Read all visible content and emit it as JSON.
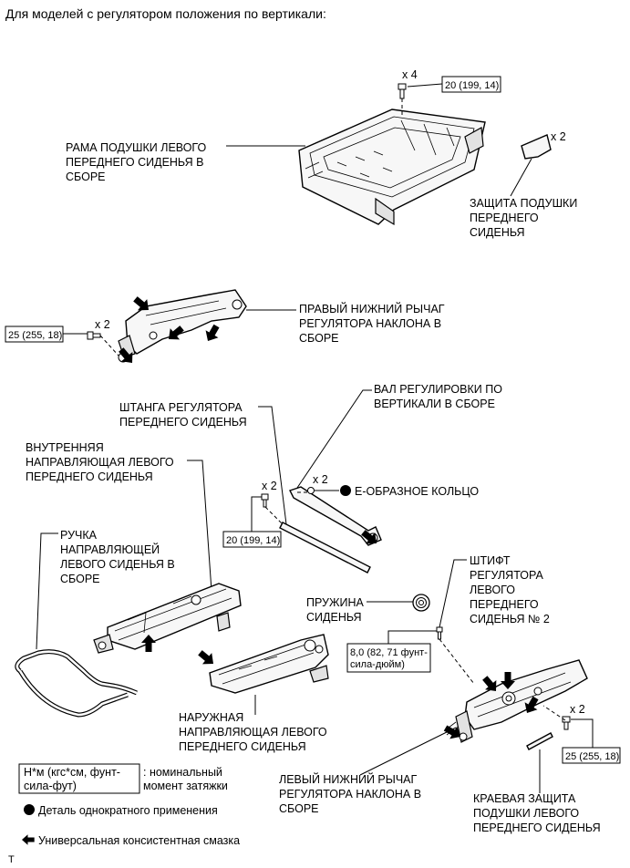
{
  "heading": "Для моделей с регулятором положения по вертикали:",
  "labels": {
    "frame": [
      "РАМА ПОДУШКИ ЛЕВОГО",
      "ПЕРЕДНЕГО СИДЕНЬЯ В",
      "СБОРЕ"
    ],
    "cushion_guard": [
      "ЗАЩИТА ПОДУШКИ",
      "ПЕРЕДНЕГО",
      "СИДЕНЬЯ"
    ],
    "right_lever": [
      "ПРАВЫЙ НИЖНИЙ РЫЧАГ",
      "РЕГУЛЯТОРА НАКЛОНА В",
      "СБОРЕ"
    ],
    "adjuster_rod": [
      "ШТАНГА РЕГУЛЯТОРА",
      "ПЕРЕДНЕГО СИДЕНЬЯ"
    ],
    "vertical_shaft": [
      "ВАЛ РЕГУЛИРОВКИ ПО",
      "ВЕРТИКАЛИ В СБОРЕ"
    ],
    "inner_rail": [
      "ВНУТРЕННЯЯ",
      "НАПРАВЛЯЮЩАЯ ЛЕВОГО",
      "ПЕРЕДНЕГО СИДЕНЬЯ"
    ],
    "rail_handle": [
      "РУЧКА",
      "НАПРАВЛЯЮЩЕЙ",
      "ЛЕВОГО СИДЕНЬЯ В",
      "СБОРЕ"
    ],
    "e_ring": "Е-ОБРАЗНОЕ КОЛЬЦО",
    "seat_spring": [
      "ПРУЖИНА",
      "СИДЕНЬЯ"
    ],
    "pin": [
      "ШТИФТ",
      "РЕГУЛЯТОРА",
      "ЛЕВОГО",
      "ПЕРЕДНЕГО",
      "СИДЕНЬЯ № 2"
    ],
    "outer_rail": [
      "НАРУЖНАЯ",
      "НАПРАВЛЯЮЩАЯ ЛЕВОГО",
      "ПЕРЕДНЕГО СИДЕНЬЯ"
    ],
    "left_lever": [
      "ЛЕВЫЙ НИЖНИЙ РЫЧАГ",
      "РЕГУЛЯТОРА НАКЛОНА В",
      "СБОРЕ"
    ],
    "edge_guard": [
      "КРАЕВАЯ ЗАЩИТА",
      "ПОДУШКИ ЛЕВОГО",
      "ПЕРЕДНЕГО СИДЕНЬЯ"
    ]
  },
  "torques": {
    "frame_bolt": "20 (199, 14)",
    "right_lever_bolt": "25 (255, 18)",
    "rod_bolt": "20 (199, 14)",
    "pin": [
      "8,0 (82, 71 фунт-",
      "сила-дюйм)"
    ],
    "left_lever_bolt": "25 (255, 18)"
  },
  "quantities": {
    "frame_bolts": "x 4",
    "cushion_guard": "x 2",
    "right_lever_bolts": "x 2",
    "rod_bolts": "x 2",
    "e_rings": "x 2",
    "left_lever_bolts": "x 2"
  },
  "legend": {
    "torque_box": [
      "Н*м (кгс*см, фунт-",
      "сила-фут)"
    ],
    "torque_text": [
      ": номинальный",
      "момент затяжки"
    ],
    "one_time": "Деталь однократного применения",
    "grease": "Универсальная консистентная смазка"
  },
  "footer_mark": "T",
  "colors": {
    "ink": "#000000",
    "paper": "#ffffff",
    "part_fill": "#f7f7f7"
  },
  "icons": {
    "grease": "arrow-icon",
    "one_time": "filled-circle-icon"
  }
}
